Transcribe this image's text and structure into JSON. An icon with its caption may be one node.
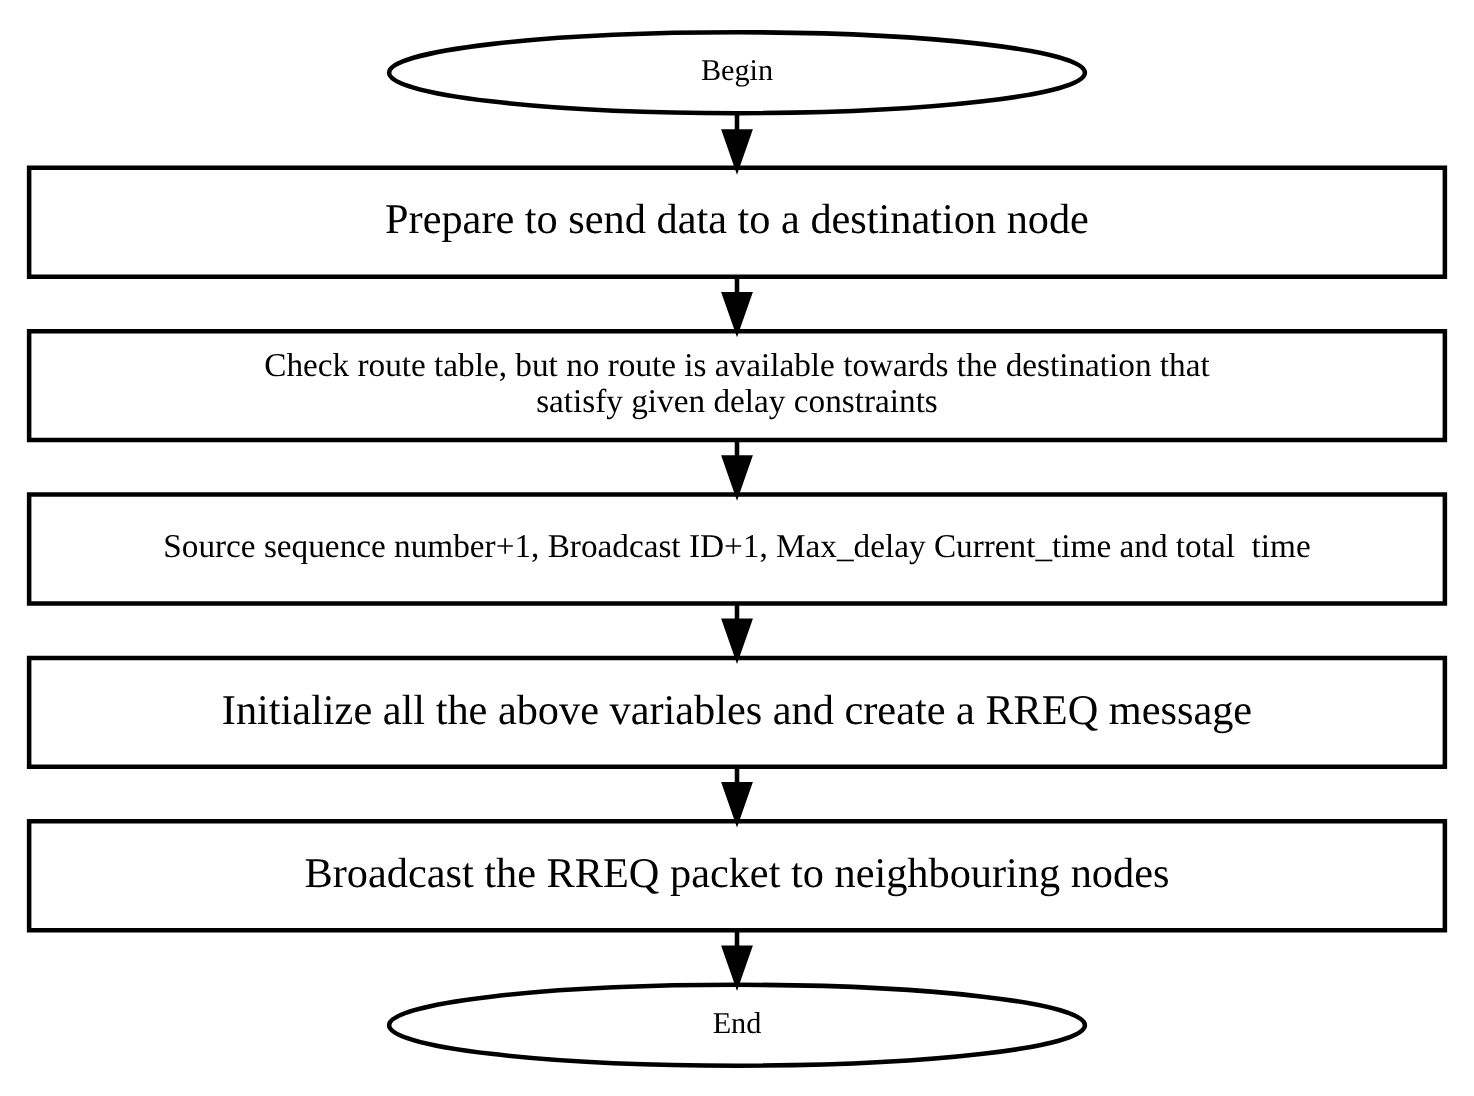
{
  "diagram": {
    "nodes": [
      {
        "text": [
          "Begin"
        ]
      },
      {
        "text": [
          "Prepare to send data to a destination node"
        ]
      },
      {
        "text": [
          "Check route table, but no route is available towards the destination that satisfy given delay constraints"
        ]
      },
      {
        "text": [
          "Source sequence number+1, Broadcast ID+1, Max_delay Current_time and total  time"
        ]
      },
      {
        "text": [
          "Initialize all the above variables and create a RREQ message"
        ]
      },
      {
        "text": [
          "Broadcast the RREQ packet to neighbouring nodes"
        ]
      },
      {
        "text": [
          "End"
        ]
      }
    ],
    "edges": [
      {
        "from": 0,
        "to": 1,
        "arrow": "to"
      },
      {
        "from": 1,
        "to": 2,
        "arrow": "to"
      },
      {
        "from": 2,
        "to": 3,
        "arrow": "to"
      },
      {
        "from": 3,
        "to": 4,
        "arrow": "to"
      },
      {
        "from": 4,
        "to": 5,
        "arrow": "to"
      },
      {
        "from": 5,
        "to": 6,
        "arrow": "to"
      }
    ]
  }
}
